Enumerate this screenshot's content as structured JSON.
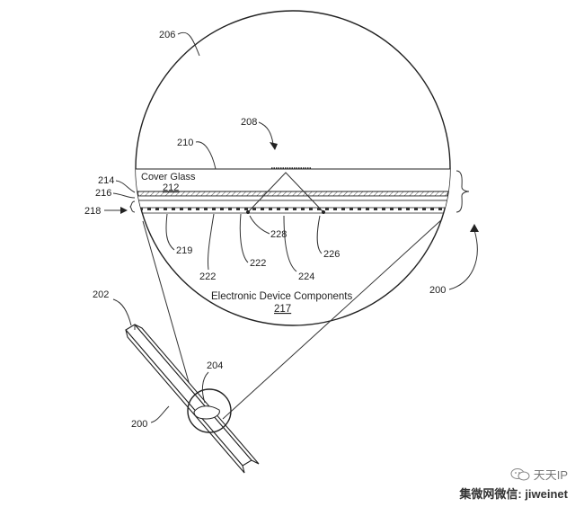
{
  "diagram": {
    "labels": {
      "cover_glass": "Cover Glass",
      "cover_glass_ref": "212",
      "components": "Electronic Device Components",
      "components_ref": "217",
      "ref_206": "206",
      "ref_208": "208",
      "ref_210": "210",
      "ref_214": "214",
      "ref_216": "216",
      "ref_218": "218",
      "ref_219": "219",
      "ref_222a": "222",
      "ref_222b": "222",
      "ref_224": "224",
      "ref_226": "226",
      "ref_228": "228",
      "ref_200_right": "200",
      "ref_202": "202",
      "ref_204": "204",
      "ref_200_left": "200"
    }
  },
  "watermark": {
    "brand": "天天IP",
    "handle": "集微网微信: jiweinet",
    "icon": "wechat-icon"
  }
}
